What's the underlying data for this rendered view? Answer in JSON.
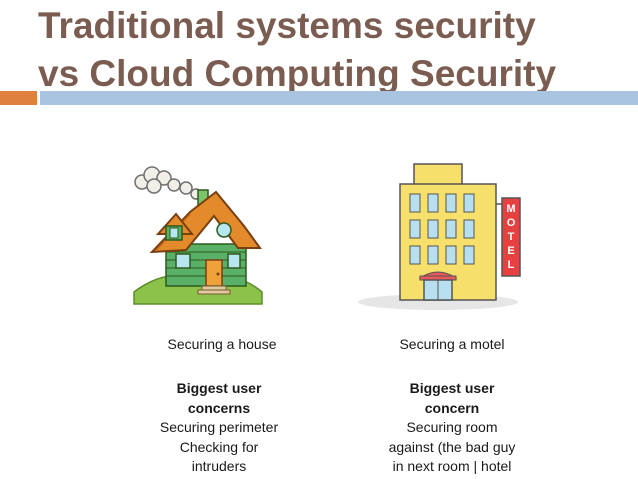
{
  "slide": {
    "title_line1": "Traditional systems security",
    "title_line2": "vs Cloud Computing Security"
  },
  "house": {
    "caption": "Securing a house",
    "heading_line1": "Biggest user",
    "heading_line2": "concerns",
    "lines": [
      "Securing perimeter",
      "Checking for",
      "intruders"
    ]
  },
  "motel": {
    "caption": "Securing a motel",
    "sign_letters": [
      "M",
      "O",
      "T",
      "E",
      "L"
    ],
    "heading_line1": "Biggest user",
    "heading_line2": "concern",
    "lines": [
      "Securing room",
      "against (the bad guy",
      "in next room | hotel"
    ]
  },
  "colors": {
    "title": "#7a5c50",
    "accent_orange": "#e0803f",
    "accent_blue": "#a9c4e0"
  },
  "icons": [
    "smoke-cloud-icon",
    "house-illustration",
    "motel-illustration",
    "motel-sign-icon"
  ]
}
